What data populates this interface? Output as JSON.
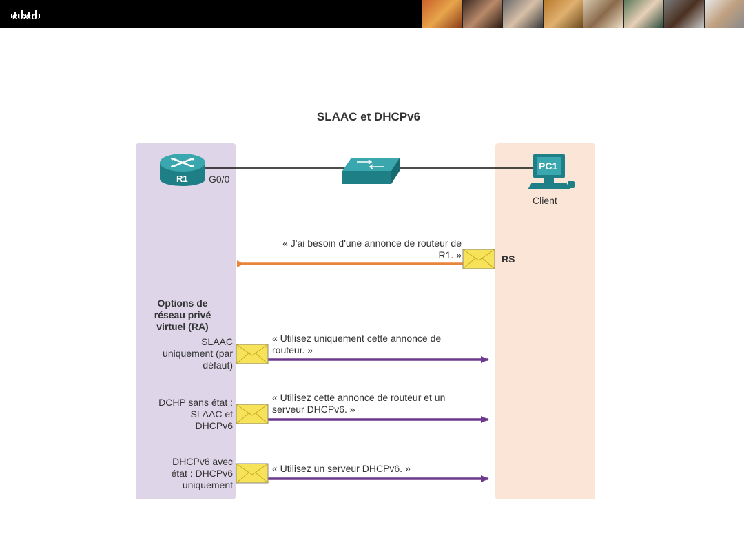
{
  "header": {
    "logo_text": "CISCO."
  },
  "title": "SLAAC et DHCPv6",
  "devices": {
    "router_label": "R1",
    "interface_label": "G0/0",
    "pc_label": "PC1",
    "client_label": "Client"
  },
  "rs": {
    "message_line1": "« J'ai besoin d'une annonce de routeur de",
    "message_line2": "R1. »",
    "label": "RS"
  },
  "ra_options": {
    "heading_line1": "Options de",
    "heading_line2": "réseau privé",
    "heading_line3": "virtuel (RA)",
    "items": [
      {
        "label_lines": [
          "SLAAC",
          "uniquement (par",
          "défaut)"
        ],
        "message_lines": [
          "« Utilisez uniquement cette annonce de",
          "routeur. »"
        ]
      },
      {
        "label_lines": [
          "DCHP sans état :",
          "SLAAC et",
          "DHCPv6"
        ],
        "message_lines": [
          "« Utilisez cette annonce de routeur et un",
          "serveur DHCPv6. »"
        ]
      },
      {
        "label_lines": [
          "DHCPv6 avec",
          "état : DHCPv6",
          "uniquement"
        ],
        "message_lines": [
          "« Utilisez un serveur DHCPv6. »"
        ]
      }
    ]
  },
  "colors": {
    "rs_arrow": "#e8853a",
    "ra_arrow": "#6b3a8c",
    "panel_left": "#ded5e8",
    "panel_right": "#fbe5d6",
    "envelope": "#f7e35a"
  }
}
